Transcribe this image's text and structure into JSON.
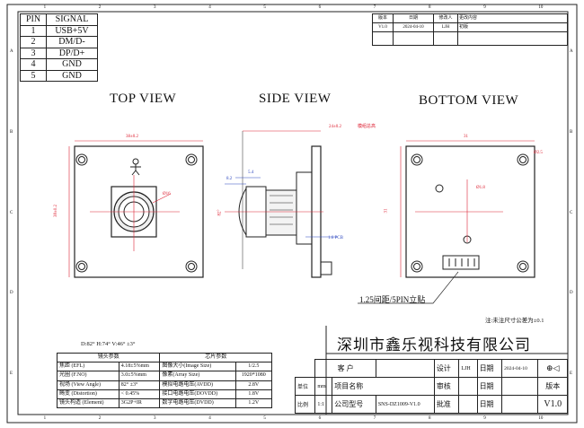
{
  "frame": {
    "columns": [
      "1",
      "2",
      "3",
      "4",
      "5",
      "6",
      "7",
      "8",
      "9",
      "10"
    ],
    "rows": [
      "A",
      "B",
      "C",
      "D",
      "E"
    ]
  },
  "pin_table": {
    "headers": [
      "PIN",
      "SIGNAL"
    ],
    "rows": [
      {
        "pin": "1",
        "signal": "USB+5V"
      },
      {
        "pin": "2",
        "signal": "DM/D-"
      },
      {
        "pin": "3",
        "signal": "DP/D+"
      },
      {
        "pin": "4",
        "signal": "GND"
      },
      {
        "pin": "5",
        "signal": "GND"
      }
    ]
  },
  "revision_table": {
    "headers": [
      "版本",
      "日期",
      "修改人",
      "更改内容"
    ],
    "row": [
      "V1.0",
      "2024-04-10",
      "LJH",
      "初版"
    ]
  },
  "views": {
    "top": "TOP VIEW",
    "side": "SIDE VIEW",
    "bottom": "BOTTOM VIEW"
  },
  "dimensions": {
    "top_width": "38±0.2",
    "top_height": "38±0.2",
    "lens_dia": "Ø16",
    "side_total": "24±0.2",
    "side_total_note": "模组总高",
    "side_a": "5.4",
    "side_b": "8.2",
    "side_pcb": "1.6 PCB",
    "side_angle": "82°",
    "bottom_width": "31",
    "bottom_height": "31",
    "hole_dia": "Ø2.5",
    "hole_small": "Ø1.8",
    "connector_note": "1.25间距/5PIN立贴"
  },
  "tolerance_note": "注:未注尺寸公差为±0.1",
  "angle_note": "D:82° H:74° V:46° ±3°",
  "lens_table": {
    "headers": [
      "镜头参数",
      "芯片参数"
    ],
    "rows": [
      [
        "焦距 (EFL)",
        "4.18±5%mm",
        "图像大小(Image Size)",
        "1/2.5"
      ],
      [
        "光圈 (F.NO)",
        "3.0±5%mm",
        "像素(Array Size)",
        "1920*1080"
      ],
      [
        "视场 (View Angle)",
        "82° ±3°",
        "模拟电路电压(AVDD)",
        "2.8V"
      ],
      [
        "畸变 (Distortion)",
        "< 0.45%",
        "接口电路电压(DOVDD)",
        "1.8V"
      ],
      [
        "镜头构造 (Element)",
        "3G2P+IR",
        "数字电路电压(DVDD)",
        "1.2V"
      ]
    ]
  },
  "title_block": {
    "company": "深圳市鑫乐视科技有限公司",
    "customer_label": "客  户",
    "design_label": "设计",
    "design_value": "LJH",
    "date_label": "日期",
    "date_value": "2024-04-10",
    "unit_label": "单位",
    "unit_value": "mm",
    "project_label": "项目名称",
    "review_label": "审核",
    "review_date_label": "日期",
    "version_label": "版本",
    "scale_label": "比例",
    "scale_value": "1:1",
    "model_label": "公司型号",
    "model_value": "SNS-DZ1009-V1.0",
    "approve_label": "批准",
    "approve_date_label": "日期",
    "version_value": "V1.0"
  }
}
